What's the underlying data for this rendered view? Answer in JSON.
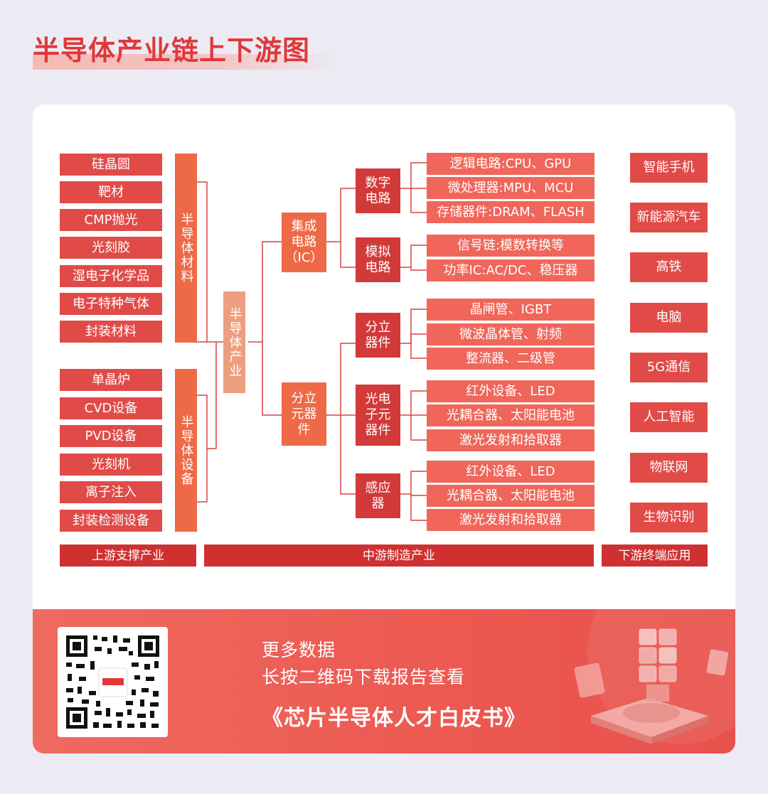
{
  "page": {
    "title": "半导体产业链上下游图"
  },
  "upstream": {
    "materials": [
      "硅晶圆",
      "靶材",
      "CMP抛光",
      "光刻胶",
      "湿电子化学品",
      "电子特种气体",
      "封装材料"
    ],
    "materials_label": "半导体材料",
    "equipment": [
      "单晶炉",
      "CVD设备",
      "PVD设备",
      "光刻机",
      "离子注入",
      "封装检测设备"
    ],
    "equipment_label": "半导体设备"
  },
  "center_label": "半导体产业",
  "midstream": {
    "ic": {
      "label": "集成\n电路\n（IC）",
      "digital": {
        "label": "数字\n电路",
        "items": [
          "逻辑电路:CPU、GPU",
          "微处理器:MPU、MCU",
          "存储器件:DRAM、FLASH"
        ]
      },
      "analog": {
        "label": "模拟\n电路",
        "items": [
          "信号链:模数转换等",
          "功率IC:AC/DC、稳压器"
        ]
      }
    },
    "discrete": {
      "label": "分立\n元器\n件",
      "discrete_devices": {
        "label": "分立\n器件",
        "items": [
          "晶闸管、IGBT",
          "微波晶体管、射频",
          "整流器、二级管"
        ]
      },
      "optoelectronic": {
        "label": "光电\n子元\n器件",
        "items": [
          "红外设备、LED",
          "光耦合器、太阳能电池",
          "激光发射和拾取器"
        ]
      },
      "sensor": {
        "label": "感应\n器",
        "items": [
          "红外设备、LED",
          "光耦合器、太阳能电池",
          "激光发射和拾取器"
        ]
      }
    }
  },
  "downstream": [
    "智能手机",
    "新能源汽车",
    "高铁",
    "电脑",
    "5G通信",
    "人工智能",
    "物联网",
    "生物识别"
  ],
  "footer_bars": {
    "upstream": "上游支撑产业",
    "midstream": "中游制造产业",
    "downstream": "下游终端应用"
  },
  "promo": {
    "line1": "更多数据",
    "line2": "长按二维码下载报告查看",
    "line3": "《芯片半导体人才白皮书》"
  },
  "colors": {
    "accent": "#e0383a",
    "box_red": "#e04b48",
    "box_orange": "#ee6a47",
    "box_salmon": "#f0665a",
    "bar": "#cf3131"
  }
}
